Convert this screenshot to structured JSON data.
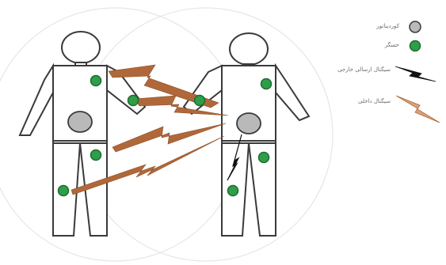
{
  "legend": {
    "coordinator_label": "کوردیناتور",
    "sensor_label": "حسگر",
    "external_signal_label": "سیگنال ارسالی خارجی",
    "internal_signal_label": "سیگنال داخلی"
  },
  "colors": {
    "body_stroke": "#3a3a3a",
    "coordinator_fill": "#b9b9b9",
    "sensor_fill": "#2e9e48",
    "sensor_stroke": "#1f6b30",
    "internal_signal": "#b0683a",
    "internal_signal_light": "#d9a27a",
    "external_signal": "#111111",
    "range_circle": "#e6e6e6"
  },
  "icons": {
    "coordinator": "gray-circle-icon",
    "sensor": "green-circle-icon",
    "external_signal": "black-lightning-icon",
    "internal_signal": "copper-lightning-icon"
  }
}
